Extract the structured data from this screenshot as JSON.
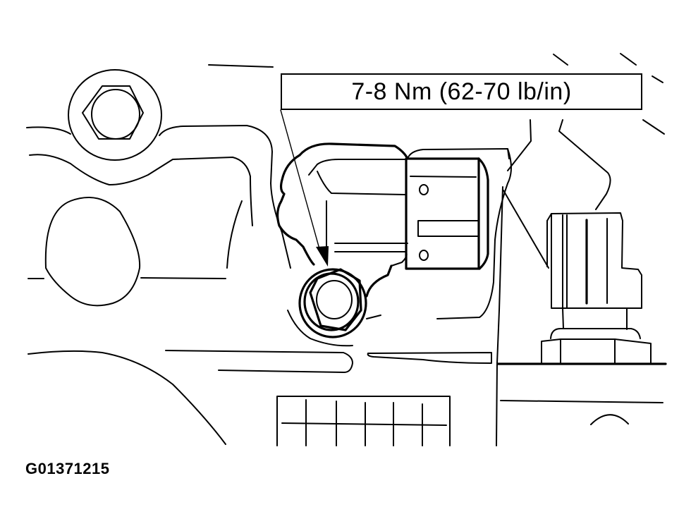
{
  "diagram": {
    "type": "technical-line-art",
    "subject": "sensor mounting bolt torque specification",
    "callout": {
      "text": "7-8 Nm (62-70 lb/in)"
    },
    "figure_id": "G01371215",
    "components": [
      {
        "name": "sensor-body",
        "description": "rectangular sensor with electrical connector"
      },
      {
        "name": "mounting-bolt",
        "description": "hex bolt indicated by arrow from callout"
      },
      {
        "name": "upper-left-bolt",
        "description": "hex bolt in circular boss"
      },
      {
        "name": "right-connector",
        "description": "electrical connector on hex base"
      },
      {
        "name": "grid-plate",
        "description": "ribbed panel at bottom"
      }
    ],
    "colors": {
      "line": "#000000",
      "background": "#ffffff"
    }
  }
}
